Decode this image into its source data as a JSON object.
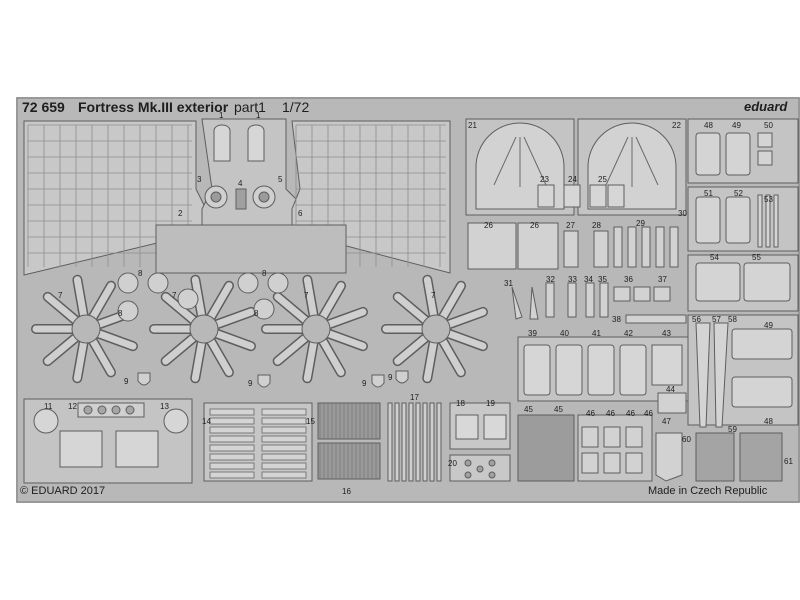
{
  "sheet": {
    "product_number": "72 659",
    "product_name": "Fortress Mk.III exterior",
    "part": "part1",
    "scale": "1/72",
    "brand": "eduard",
    "copyright": "© EDUARD 2017",
    "origin": "Made in Czech Republic"
  },
  "part_numbers": [
    {
      "id": "p1a",
      "label": "1"
    },
    {
      "id": "p1b",
      "label": "1"
    },
    {
      "id": "p2",
      "label": "2"
    },
    {
      "id": "p3",
      "label": "3"
    },
    {
      "id": "p4",
      "label": "4"
    },
    {
      "id": "p5",
      "label": "5"
    },
    {
      "id": "p6",
      "label": "6"
    },
    {
      "id": "p7a",
      "label": "7"
    },
    {
      "id": "p7b",
      "label": "7"
    },
    {
      "id": "p7c",
      "label": "7"
    },
    {
      "id": "p7d",
      "label": "7"
    },
    {
      "id": "p8a",
      "label": "8"
    },
    {
      "id": "p8b",
      "label": "8"
    },
    {
      "id": "p8c",
      "label": "8"
    },
    {
      "id": "p8d",
      "label": "8"
    },
    {
      "id": "p9a",
      "label": "9"
    },
    {
      "id": "p9b",
      "label": "9"
    },
    {
      "id": "p9c",
      "label": "9"
    },
    {
      "id": "p9d",
      "label": "9"
    },
    {
      "id": "p11",
      "label": "11"
    },
    {
      "id": "p12",
      "label": "12"
    },
    {
      "id": "p13",
      "label": "13"
    },
    {
      "id": "p14",
      "label": "14"
    },
    {
      "id": "p15",
      "label": "15"
    },
    {
      "id": "p16",
      "label": "16"
    },
    {
      "id": "p17",
      "label": "17"
    },
    {
      "id": "p18",
      "label": "18"
    },
    {
      "id": "p19",
      "label": "19"
    },
    {
      "id": "p20",
      "label": "20"
    },
    {
      "id": "p21",
      "label": "21"
    },
    {
      "id": "p22",
      "label": "22"
    },
    {
      "id": "p23",
      "label": "23"
    },
    {
      "id": "p24",
      "label": "24"
    },
    {
      "id": "p25",
      "label": "25"
    },
    {
      "id": "p26a",
      "label": "26"
    },
    {
      "id": "p26b",
      "label": "26"
    },
    {
      "id": "p27",
      "label": "27"
    },
    {
      "id": "p28",
      "label": "28"
    },
    {
      "id": "p29",
      "label": "29"
    },
    {
      "id": "p30",
      "label": "30"
    },
    {
      "id": "p31",
      "label": "31"
    },
    {
      "id": "p32",
      "label": "32"
    },
    {
      "id": "p33",
      "label": "33"
    },
    {
      "id": "p34",
      "label": "34"
    },
    {
      "id": "p35",
      "label": "35"
    },
    {
      "id": "p36",
      "label": "36"
    },
    {
      "id": "p37",
      "label": "37"
    },
    {
      "id": "p38",
      "label": "38"
    },
    {
      "id": "p39",
      "label": "39"
    },
    {
      "id": "p40",
      "label": "40"
    },
    {
      "id": "p41",
      "label": "41"
    },
    {
      "id": "p42",
      "label": "42"
    },
    {
      "id": "p43",
      "label": "43"
    },
    {
      "id": "p44",
      "label": "44"
    },
    {
      "id": "p45a",
      "label": "45"
    },
    {
      "id": "p45b",
      "label": "45"
    },
    {
      "id": "p46a",
      "label": "46"
    },
    {
      "id": "p46b",
      "label": "46"
    },
    {
      "id": "p46c",
      "label": "46"
    },
    {
      "id": "p46d",
      "label": "46"
    },
    {
      "id": "p47",
      "label": "47"
    },
    {
      "id": "p48a",
      "label": "48"
    },
    {
      "id": "p48b",
      "label": "48"
    },
    {
      "id": "p49a",
      "label": "49"
    },
    {
      "id": "p49b",
      "label": "49"
    },
    {
      "id": "p50",
      "label": "50"
    },
    {
      "id": "p51",
      "label": "51"
    },
    {
      "id": "p52",
      "label": "52"
    },
    {
      "id": "p53",
      "label": "53"
    },
    {
      "id": "p54",
      "label": "54"
    },
    {
      "id": "p55",
      "label": "55"
    },
    {
      "id": "p56",
      "label": "56"
    },
    {
      "id": "p57",
      "label": "57"
    },
    {
      "id": "p58",
      "label": "58"
    },
    {
      "id": "p59",
      "label": "59"
    },
    {
      "id": "p60",
      "label": "60"
    },
    {
      "id": "p61",
      "label": "61"
    }
  ],
  "colors": {
    "fret": "#b8b8b8",
    "part_light": "#cfcfcf",
    "part_dark": "#8e8e8e",
    "outline": "#5e5e5e",
    "text": "#1e1e1e"
  }
}
